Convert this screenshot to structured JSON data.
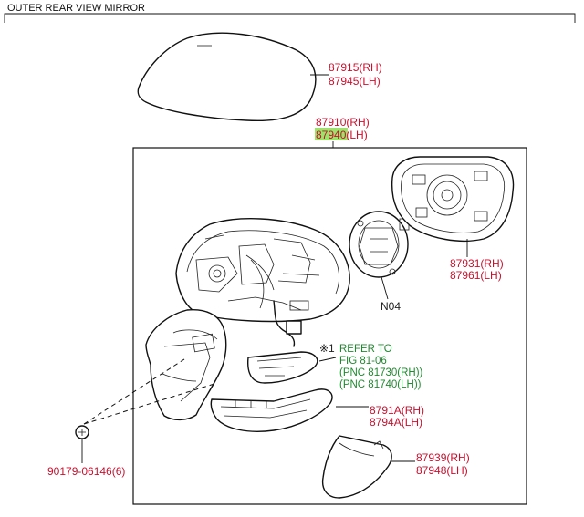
{
  "title": "OUTER REAR VIEW MIRROR",
  "labels": {
    "cover_rh": "87915(RH)",
    "cover_lh": "87945(LH)",
    "assy_rh": "87910(RH)",
    "assy_lh_num": "87940",
    "assy_lh_side": "(LH)",
    "glass_rh": "87931(RH)",
    "glass_lh": "87961(LH)",
    "motor_code": "N04",
    "ref_mark": "※1",
    "ref_line1": "REFER TO",
    "ref_line2": "FIG 81-06",
    "ref_line3": "(PNC 81730(RH))",
    "ref_line4": "(PNC 81740(LH))",
    "lamp_rh": "8791A(RH)",
    "lamp_lh": "8794A(LH)",
    "lower_cover_rh": "87939(RH)",
    "lower_cover_lh": "87948(LH)",
    "screw": "90179-06146(6)"
  },
  "colors": {
    "part_number": "#c8102e",
    "reference": "#1e8a2e",
    "highlight": "#9be36b"
  }
}
